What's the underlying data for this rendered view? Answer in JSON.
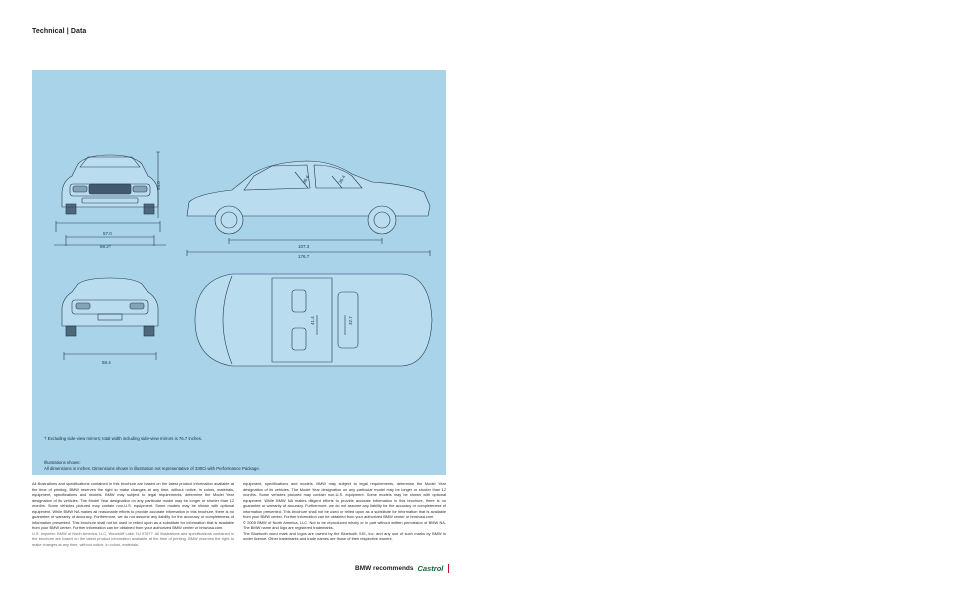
{
  "page": {
    "title": "Technical | Data"
  },
  "diagram": {
    "front_view": {
      "height_label": "54.0",
      "track_label": "57.0",
      "width_label": "69.2†"
    },
    "side_view": {
      "headroom_front": "36.6",
      "headroom_rear": "36.4",
      "wheelbase_label": "107.3",
      "length_label": "176.7"
    },
    "rear_view": {
      "track_label": "58.4"
    },
    "top_view": {
      "legroom_front": "41.4",
      "legroom_rear": "32.7"
    },
    "footnote": "† Excluding side-view mirrors; total width including side-view mirrors is 76.7 inches.",
    "illustration_notes": {
      "heading": "Illustrations shown:",
      "body": "All dimensions in inches. Dimensions shown in illustration not representative of 330Ci with Performance Package."
    }
  },
  "legal": {
    "left_column": "All illustrations and specifications contained in this brochure are based on the latest product information available at the time of printing. BMW reserves the right to make changes at any time, without notice, in colors, materials, equipment, specifications and models. BMW may subject to legal requirements, determine the Model Year designation of its vehicles. The Model Year designation on any particular model may be longer or shorter than 12 months. Some vehicles pictured may contain non-U.S. equipment. Some models may be shown with optional equipment. While BMW NA makes all reasonable efforts to provide accurate information in this brochure, there is no guarantee or warranty of accuracy. Furthermore, we do not assume any liability for the accuracy or completeness of information presented. This brochure shall not be used or relied upon as a substitute for information that is available from your BMW center. Further information can be obtained from your authorized BMW center or bmwusa.com.",
    "left_column_gray": "U.S. importer: BMW of North America, LLC, Woodcliff Lake, NJ 07677. All illustrations and specifications contained in the brochure are based on the latest product information available at the time of printing. BMW reserves the right to make changes at any time, without notice, in colors, materials,",
    "right_column": "equipment, specifications and models. BMW may subject to legal requirements, determine the Model Year designation of its vehicles. The Model Year designation on any particular model may be longer or shorter than 12 months. Some vehicles pictured may contain non-U.S. equipment. Some models may be shown with optional equipment. While BMW NA makes diligent efforts to provide accurate information in this brochure, there is no guarantee or warranty of accuracy. Furthermore, we do not assume any liability for the accuracy or completeness of information presented. This brochure shall not be used or relied upon as a substitute for information that is available from your BMW center. Further information can be obtained from your authorized BMW center or bmwusa.com.",
    "copyright": "© 2005 BMW of North America, LLC. Not to be reproduced wholly or in part without written permission of BMW NA. The BMW name and logo are registered trademarks.",
    "bluetooth": "The Bluetooth word mark and logos are owned by the Bluetooth SIG, Inc. and any use of such marks by BMW is under license. Other trademarks and trade names are those of their respective owners."
  },
  "footer": {
    "recommends": "BMW recommends",
    "partner": "Castrol"
  }
}
